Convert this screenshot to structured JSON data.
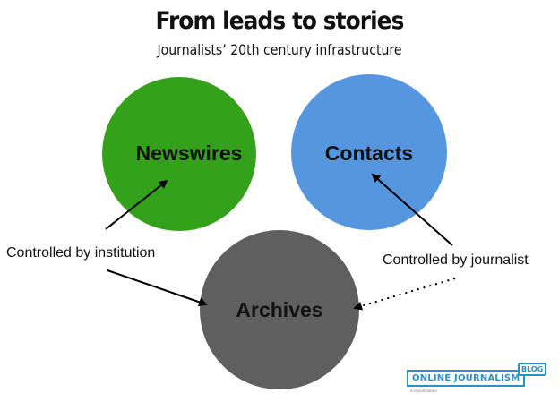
{
  "header": {
    "title": "From leads to stories",
    "subtitle": "Journalists’ 20th century infrastructure"
  },
  "nodes": {
    "newswires": {
      "label": "Newswires",
      "color": "#33a11a"
    },
    "contacts": {
      "label": "Contacts",
      "color": "#5596de"
    },
    "archives": {
      "label": "Archives",
      "color": "#5f5f5f"
    }
  },
  "annotations": {
    "institution": "Controlled by institution",
    "journalist": "Controlled by journalist"
  },
  "logo": {
    "main": "ONLINE JOURNALISM",
    "blog": "BLOG",
    "tagline": "A conversation"
  }
}
